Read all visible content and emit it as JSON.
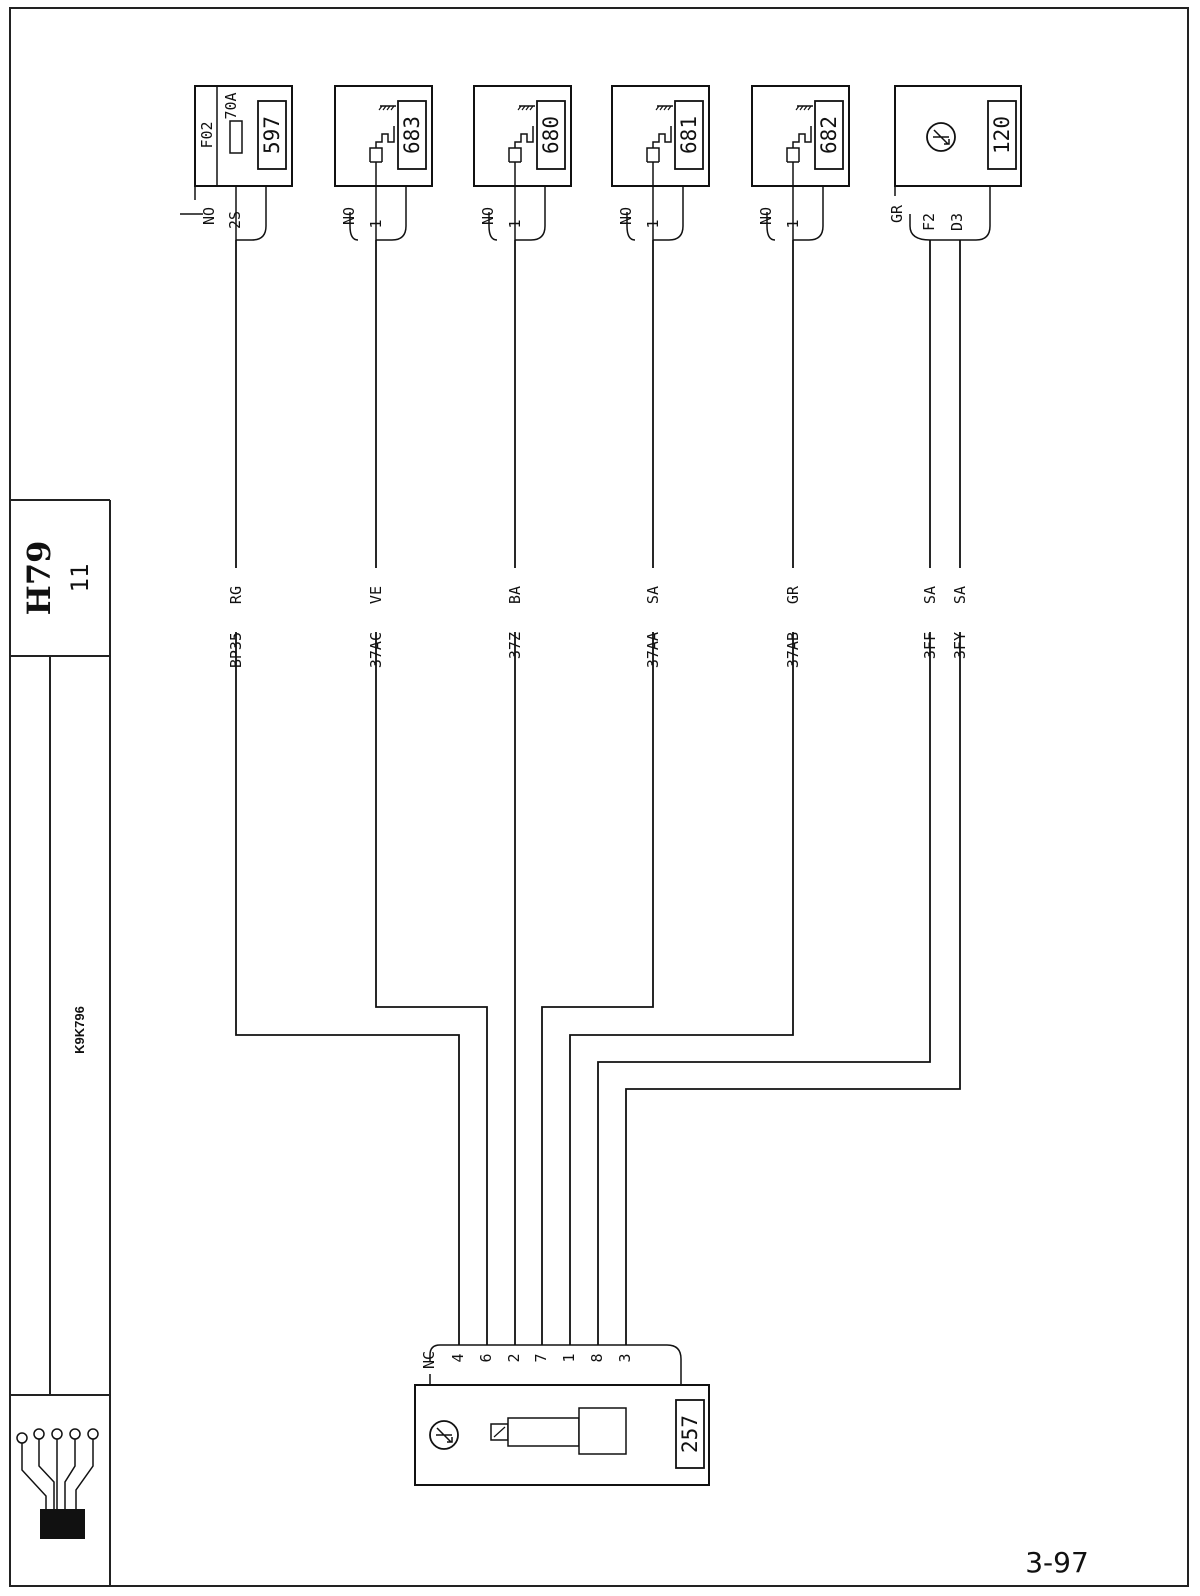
{
  "title_block": {
    "diagram_code": "H79",
    "sheet": "11",
    "engine": "K9K796"
  },
  "page_number": "3-97",
  "components": {
    "fuse_box": {
      "ref": "597",
      "fuse_label": "F02",
      "fuse_rating": "70A",
      "state": "NO",
      "pin": "2S"
    },
    "heater_683": {
      "ref": "683",
      "state": "NO",
      "pin": "1"
    },
    "heater_680": {
      "ref": "680",
      "state": "NO",
      "pin": "1"
    },
    "heater_681": {
      "ref": "681",
      "state": "NO",
      "pin": "1"
    },
    "heater_682": {
      "ref": "682",
      "state": "NO",
      "pin": "1"
    },
    "ecu_120": {
      "ref": "120",
      "state": "GR",
      "pin_a": "F2",
      "pin_b": "D3"
    },
    "unit_257": {
      "ref": "257",
      "state": "NC",
      "pins": [
        "4",
        "6",
        "2",
        "7",
        "1",
        "8",
        "3"
      ]
    }
  },
  "wires": [
    {
      "id": "BP35",
      "color": "RG"
    },
    {
      "id": "37AC",
      "color": "VE"
    },
    {
      "id": "37Z",
      "color": "BA"
    },
    {
      "id": "37AA",
      "color": "SA"
    },
    {
      "id": "37AB",
      "color": "GR"
    },
    {
      "id": "3FF",
      "color": "SA"
    },
    {
      "id": "3FY",
      "color": "SA"
    }
  ],
  "icons": [
    "ground-icon",
    "harness-connector-icon",
    "k-symbol-icon",
    "fuse-icon",
    "heating-element-icon"
  ]
}
